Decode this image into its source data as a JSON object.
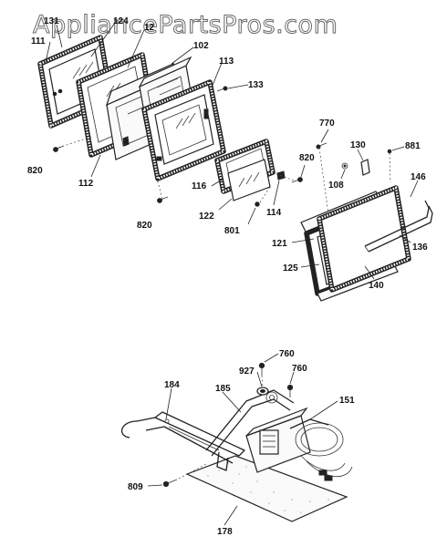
{
  "watermark": "AppliancePartsPros.com",
  "labels": {
    "p111": "111",
    "p131": "131",
    "p124": "124",
    "p12x": "12",
    "p102": "102",
    "p113": "113",
    "p133": "133",
    "p820a": "820",
    "p112": "112",
    "p116": "116",
    "p122": "122",
    "p820b": "820",
    "p801": "801",
    "p114": "114",
    "p820c": "820",
    "p770": "770",
    "p130": "130",
    "p881": "881",
    "p108": "108",
    "p146": "146",
    "p121": "121",
    "p136": "136",
    "p125": "125",
    "p140": "140",
    "p760a": "760",
    "p927": "927",
    "p760b": "760",
    "p184": "184",
    "p185": "185",
    "p151": "151",
    "p809": "809",
    "p178": "178"
  }
}
